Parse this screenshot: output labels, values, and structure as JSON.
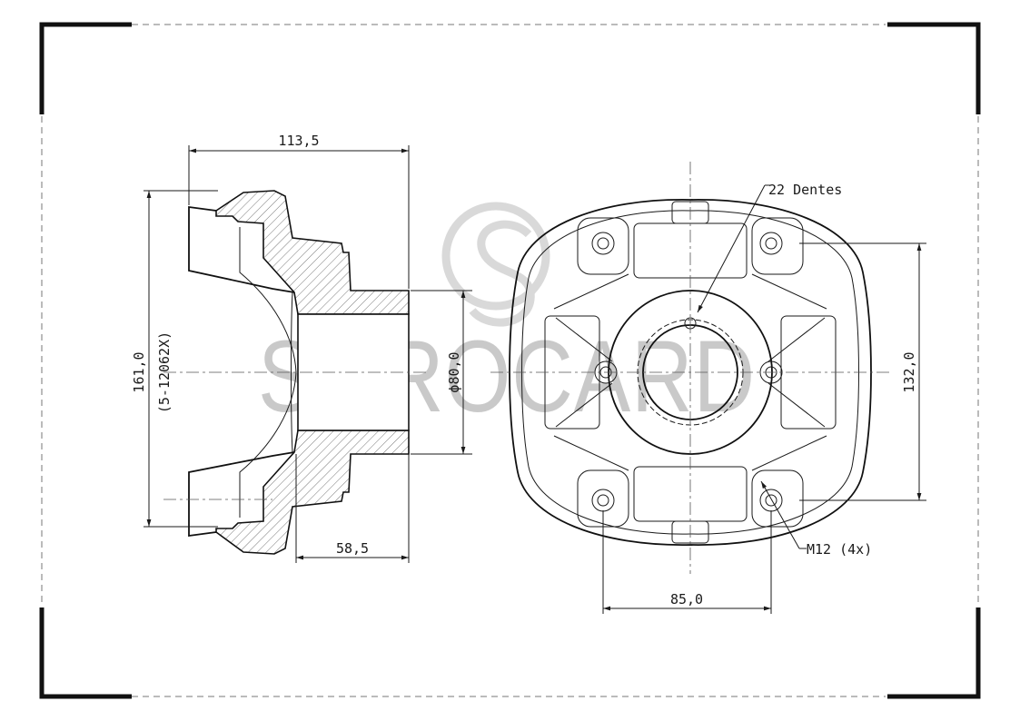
{
  "watermark": {
    "text": "SOROCARD",
    "color": "#c9c9c9"
  },
  "side_view": {
    "overall_length": "113,5",
    "hub_length": "58,5",
    "bore_diameter": "ϕ80,0",
    "yoke_span": "161,0",
    "yoke_code": "(5-12062X)"
  },
  "front_view": {
    "spline_callout": "22 Dentes",
    "thread_callout": "M12 (4x)",
    "vertical_bolt_spacing": "132,0",
    "horizontal_bolt_spacing": "85,0"
  },
  "colors": {
    "line": "#1a1a1a",
    "hatch": "#555555",
    "background": "#ffffff"
  }
}
